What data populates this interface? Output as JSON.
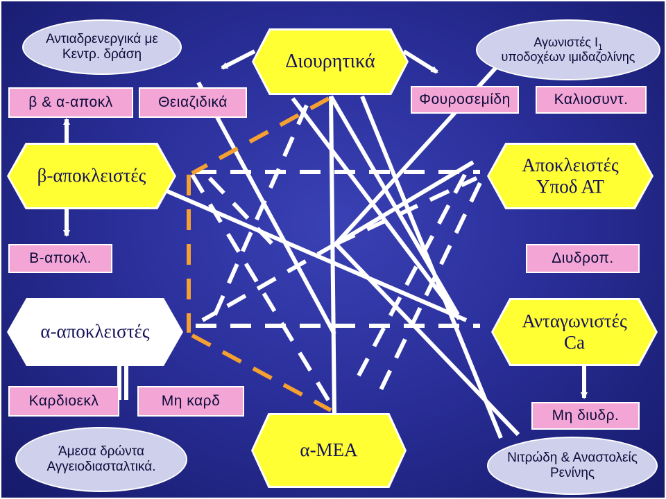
{
  "nodes": {
    "central_antiadrenergic": "Αντιαδρενεργικά με Κεντρ. δράση",
    "diuretics": "Διουρητικά",
    "imidazoline_agonists": "Αγωνιστές Ι",
    "imidazoline_agonists_sub": "1",
    "imidazoline_agonists_line2": "υποδοχέων ιμιδαζολίνης",
    "beta_alpha_blockers": "β & α-αποκλ",
    "thiazides": "Θειαζιδικά",
    "furosemide": "Φουροσεμίδη",
    "potassium_sparing": "Καλιοσυντ.",
    "beta_blockers": "β-αποκλειστές",
    "at_receptor_blockers": "Αποκλειστές Υποδ ΑΤ",
    "b_blocker_short": "Β-αποκλ.",
    "dihydropyridines": "Διυδροπ.",
    "alpha_blockers": "α-αποκλειστές",
    "calcium_antagonists": "Ανταγωνιστές Ca",
    "cardioselective": "Καρδιοεκλ",
    "non_cardioselective": "Μη καρδ",
    "ace_inhibitors": "α-ΜΕΑ",
    "non_dihydropyridines": "Μη διυδρ.",
    "direct_vasodilators": "Άμεσα δρώντα Αγγειοδιασταλτικά.",
    "nitrates_renin": "Νιτρώδη & Αναστολείς Ρενίνης"
  },
  "colors": {
    "background": "#2a2f9a",
    "hexagon": "#ffff33",
    "pink_box": "#f3a6d6",
    "oval": "#cfd1ec",
    "connector": "#ffffff",
    "orange_dashed": "#f5a030"
  }
}
